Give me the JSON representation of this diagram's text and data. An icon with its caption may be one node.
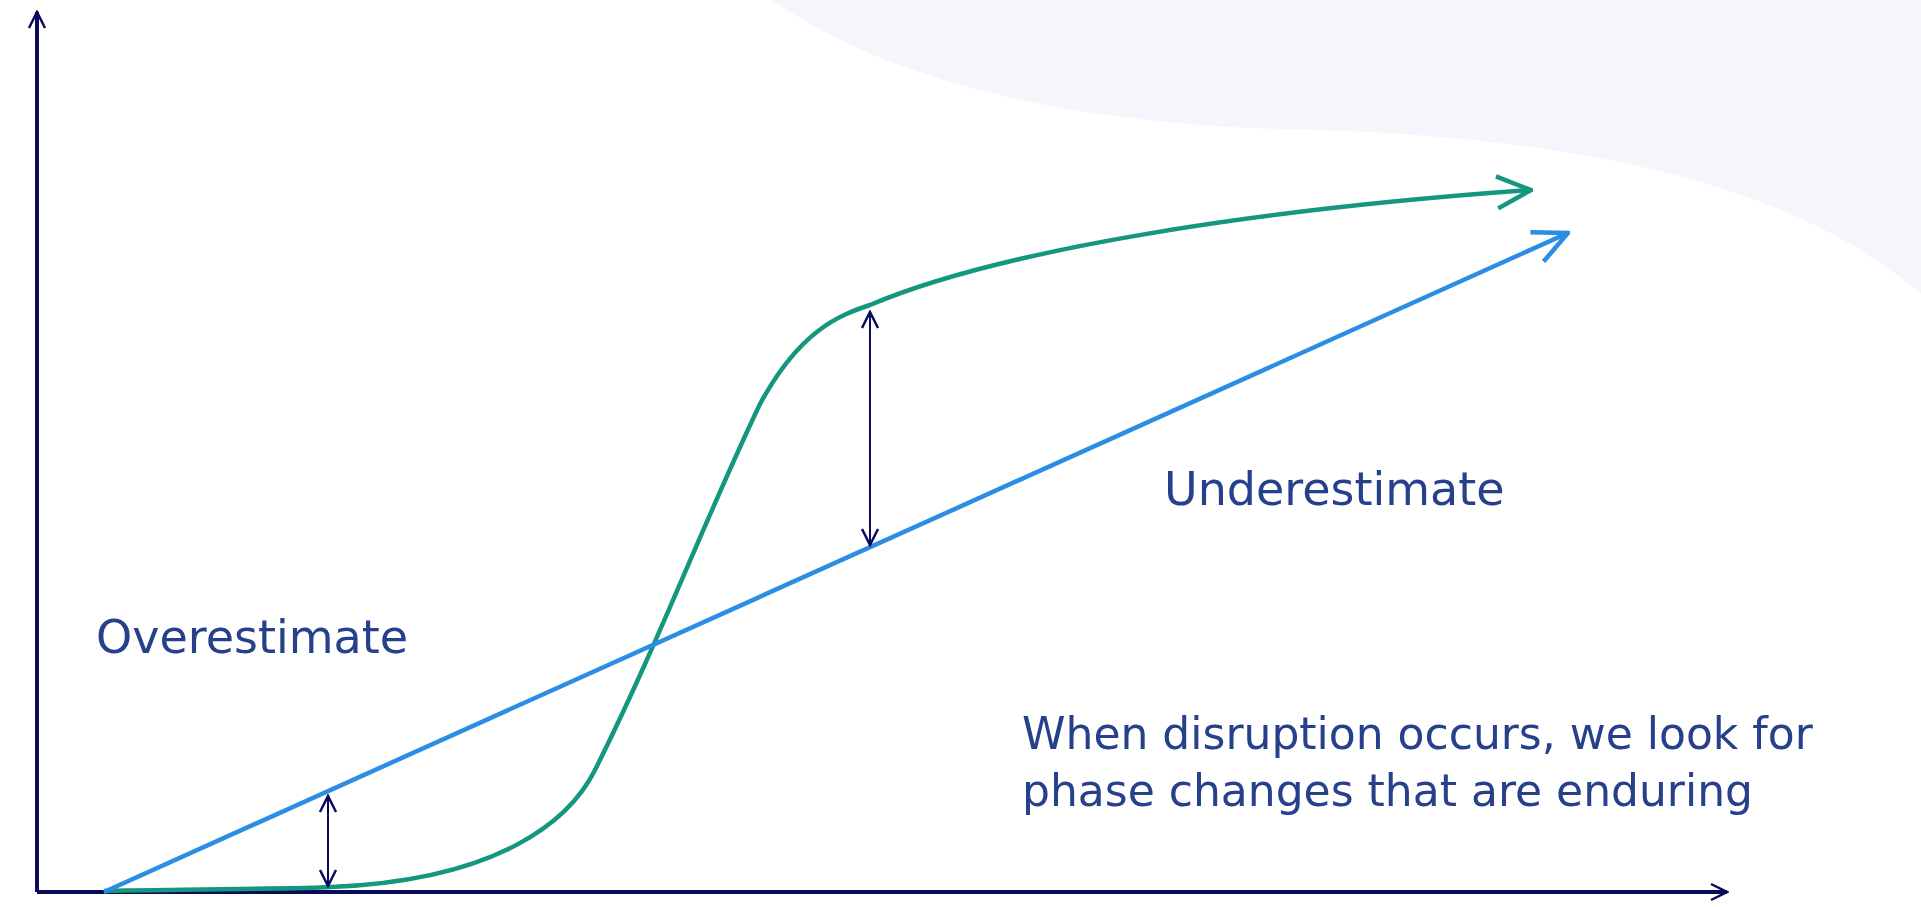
{
  "diagram": {
    "labels": [
      "Underestimate",
      "Overestimate",
      "When disruption occurs, we look for phase changes that are enduring"
    ]
  }
}
